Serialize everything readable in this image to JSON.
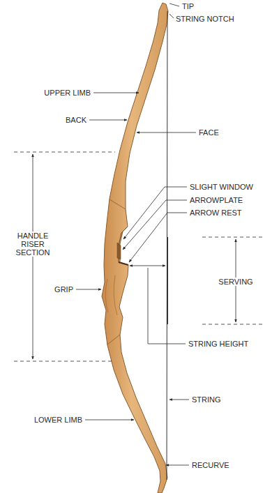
{
  "diagram": {
    "labels": [
      "TIP",
      "STRING NOTCH",
      "UPPER LIMB",
      "BACK",
      "FACE",
      "HANDLE RISER SECTION",
      "SLIGHT WINDOW",
      "ARROWPLATE",
      "ARROW REST",
      "SERVING",
      "GRIP",
      "STRING HEIGHT",
      "STRING",
      "LOWER LIMB",
      "RECURVE"
    ]
  }
}
